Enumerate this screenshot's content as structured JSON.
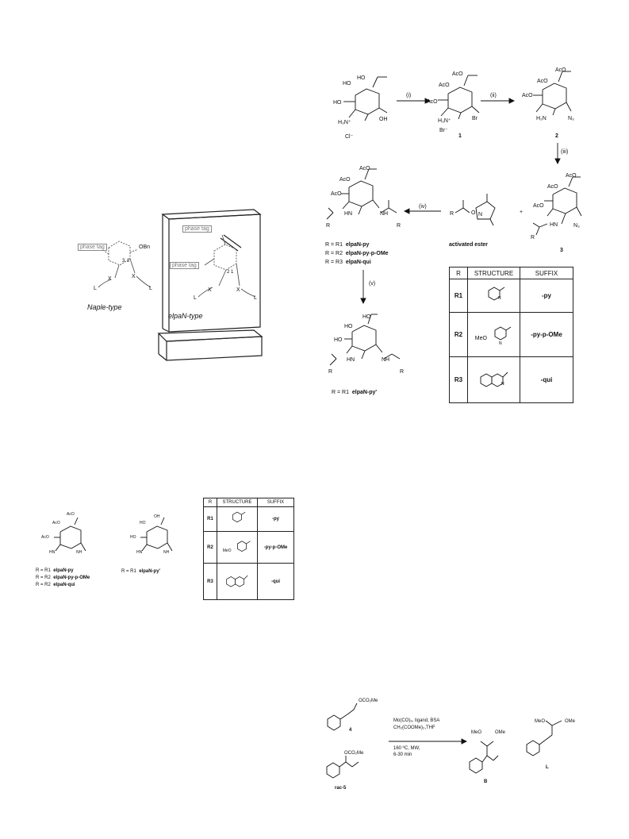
{
  "scheme_main": {
    "counter_ion_cl": "Cl⁻",
    "step_i": "(i)",
    "step_ii": "(ii)",
    "step_iii": "(iii)",
    "step_iv": "(iv)",
    "step_v": "(v)",
    "compound_1": "1",
    "compound_2": "2",
    "compound_3": "3",
    "br_counter_ion": "Br⁻",
    "activated_ester_label": "activated ester",
    "plus_sign": "+",
    "r_line_1_prefix": "R = R1",
    "r_line_1_name": "elpaN-py",
    "r_line_2_prefix": "R = R2",
    "r_line_2_name": "elpaN-py-p-OMe",
    "r_line_3_prefix": "R = R3",
    "r_line_3_name": "elpaN-qui",
    "product_prefix": "R = R1",
    "product_name": "elpaN-py'"
  },
  "table_main": {
    "headers": [
      "R",
      "STRUCTURE",
      "SUFFIX"
    ],
    "rows": [
      {
        "r": "R1",
        "suffix": "-py"
      },
      {
        "r": "R2",
        "suffix": "-py-p-OMe",
        "structure_text": "MeO"
      },
      {
        "r": "R3",
        "suffix": "-qui"
      }
    ]
  },
  "left_figure": {
    "phase_tag_1": "phase tag",
    "phase_tag_2": "phase tag",
    "phase_tag_3": "phase tag",
    "obn": "OBn",
    "naple_label": "Naple-type",
    "elpan_label": "elpaN-type",
    "pos_3": "3",
    "pos_2": "2",
    "pos_2b": "2",
    "pos_1": "1",
    "x1": "X",
    "x2": "X",
    "x3": "X",
    "x4": "X",
    "l1": "L",
    "l2": "L",
    "l3": "L",
    "l4": "L"
  },
  "scheme_small": {
    "r_line_1_prefix": "R = R1",
    "r_line_1_name": "elpaN-py",
    "r_line_2_prefix": "R = R2",
    "r_line_2_name": "elpaN-py-p-OMe",
    "r_line_3_prefix": "R = R2",
    "r_line_3_name": "elpaN-qui",
    "product_prefix": "R = R1",
    "product_name": "elpaN-py'"
  },
  "table_small": {
    "headers": [
      "R",
      "STRUCTURE",
      "SUFFIX"
    ],
    "rows": [
      {
        "r": "R1",
        "suffix": "-py"
      },
      {
        "r": "R2",
        "suffix": "-py-p-OMe",
        "structure_text": "MeO"
      },
      {
        "r": "R3",
        "suffix": "-qui"
      }
    ]
  },
  "scheme_bottom": {
    "compound_4": "4",
    "compound_4_group": "OCO₂Me",
    "rac5": "rac-5",
    "rac5_group": "OCO₂Me",
    "conditions_line_1": "Mo(CO)₆, ligand, BSA",
    "conditions_line_2": "CH₂(COOMe)₂,THF",
    "conditions_line_3": "160 ºC, MW,",
    "conditions_line_4": "6-30 min",
    "product_b": "B",
    "product_l": "L",
    "b_meo": "MeO",
    "b_ome": "OMe",
    "l_meo": "MeO",
    "l_ome": "OMe"
  }
}
